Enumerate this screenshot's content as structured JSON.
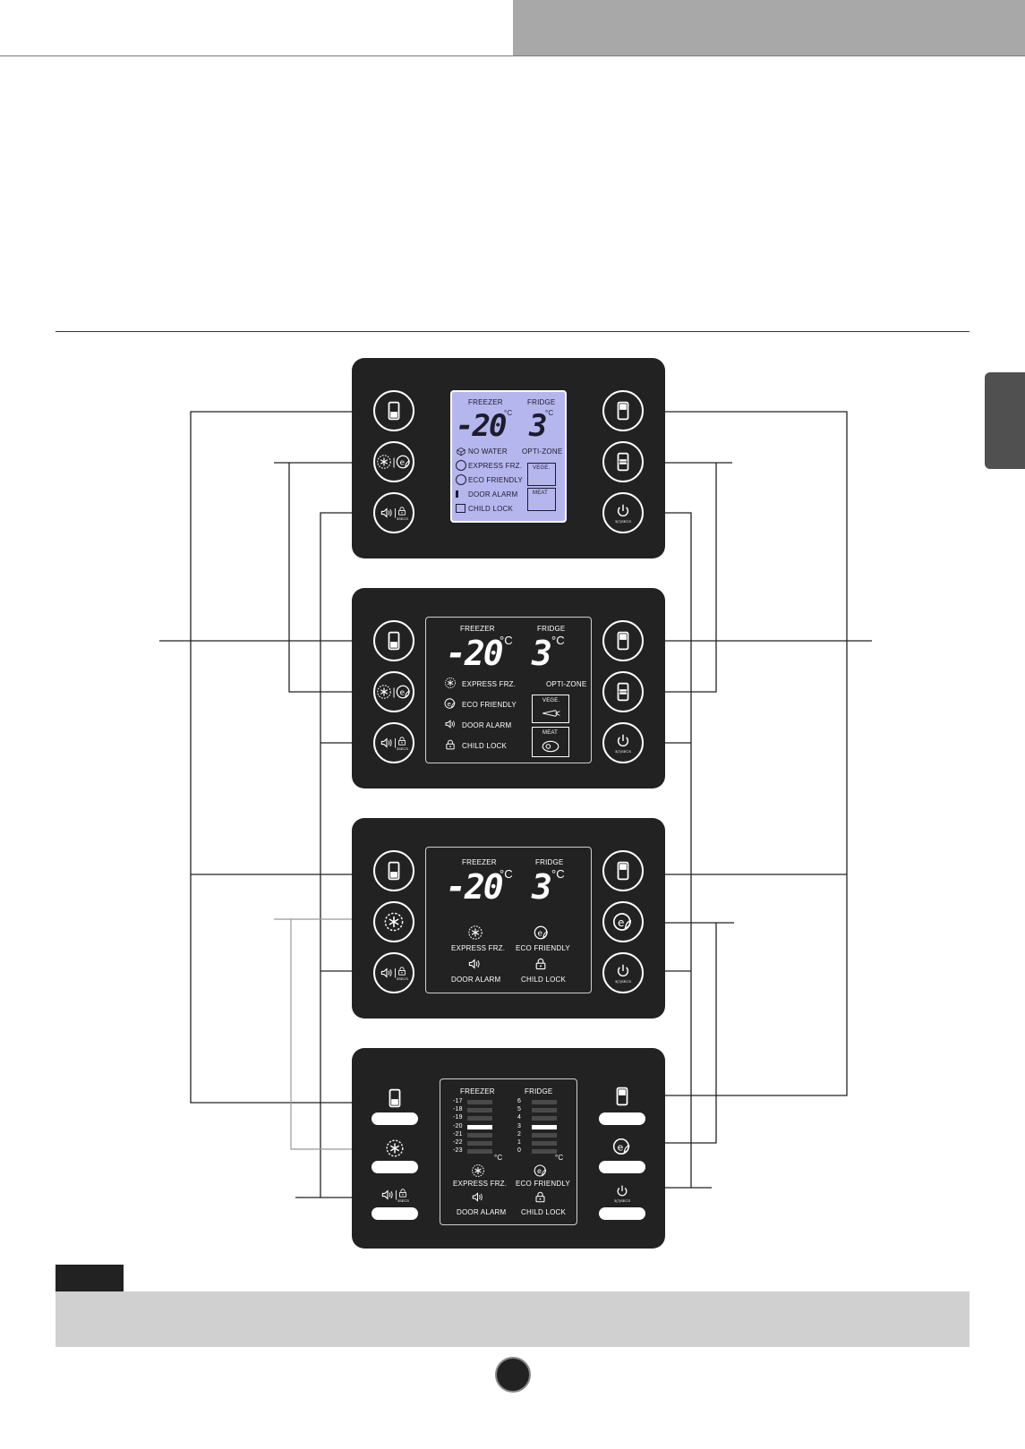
{
  "colors": {
    "panel": "#222222",
    "lcd_blue": "#b6b6ee",
    "header_band": "#a8a8a8",
    "note_box": "#d0d0d0"
  },
  "panels": [
    {
      "freezer_label": "FREEZER",
      "fridge_label": "FRIDGE",
      "freezer_temp": "-20",
      "fridge_temp": "3",
      "degree": "°C",
      "status": [
        "NO WATER",
        "EXPRESS FRZ.",
        "ECO FRIENDLY",
        "DOOR ALARM",
        "CHILD LOCK"
      ],
      "opti_zone": "OPTI-ZONE",
      "vege": "VEGE.",
      "meat": "MEAT",
      "lock_button_text": "3SECS",
      "power_button_text": "3(7)SECS"
    },
    {
      "freezer_label": "FREEZER",
      "fridge_label": "FRIDGE",
      "freezer_temp": "-20",
      "fridge_temp": "3",
      "degree": "°C",
      "status": [
        "EXPRESS FRZ.",
        "ECO FRIENDLY",
        "DOOR ALARM",
        "CHILD LOCK"
      ],
      "opti_zone": "OPTI-ZONE",
      "vege": "VEGE.",
      "meat": "MEAT",
      "lock_button_text": "3SECS",
      "power_button_text": "3(7)SECS"
    },
    {
      "freezer_label": "FREEZER",
      "fridge_label": "FRIDGE",
      "freezer_temp": "-20",
      "fridge_temp": "3",
      "degree": "°C",
      "status": [
        "EXPRESS FRZ.",
        "ECO FRIENDLY",
        "DOOR ALARM",
        "CHILD LOCK"
      ],
      "lock_button_text": "3SECS",
      "power_button_text": "3(7)SECS"
    },
    {
      "freezer_label": "FREEZER",
      "fridge_label": "FRIDGE",
      "freezer_scale": [
        "-17",
        "-18",
        "-19",
        "-20",
        "-21",
        "-22",
        "-23"
      ],
      "fridge_scale": [
        "6",
        "5",
        "4",
        "3",
        "2",
        "1",
        "0"
      ],
      "selected_freezer": "-20",
      "selected_fridge": "3",
      "degree": "°C",
      "status": [
        "EXPRESS FRZ.",
        "ECO FRIENDLY",
        "DOOR ALARM",
        "CHILD LOCK"
      ],
      "lock_button_text": "3SECS",
      "power_button_text": "3(7)SECS"
    }
  ],
  "icons": [
    "freezer-icon",
    "snowflake-icon",
    "eco-icon",
    "speaker-icon",
    "lock-icon",
    "fridge-icon",
    "power-icon",
    "water-drop-icon",
    "carrot-icon",
    "steak-icon"
  ]
}
